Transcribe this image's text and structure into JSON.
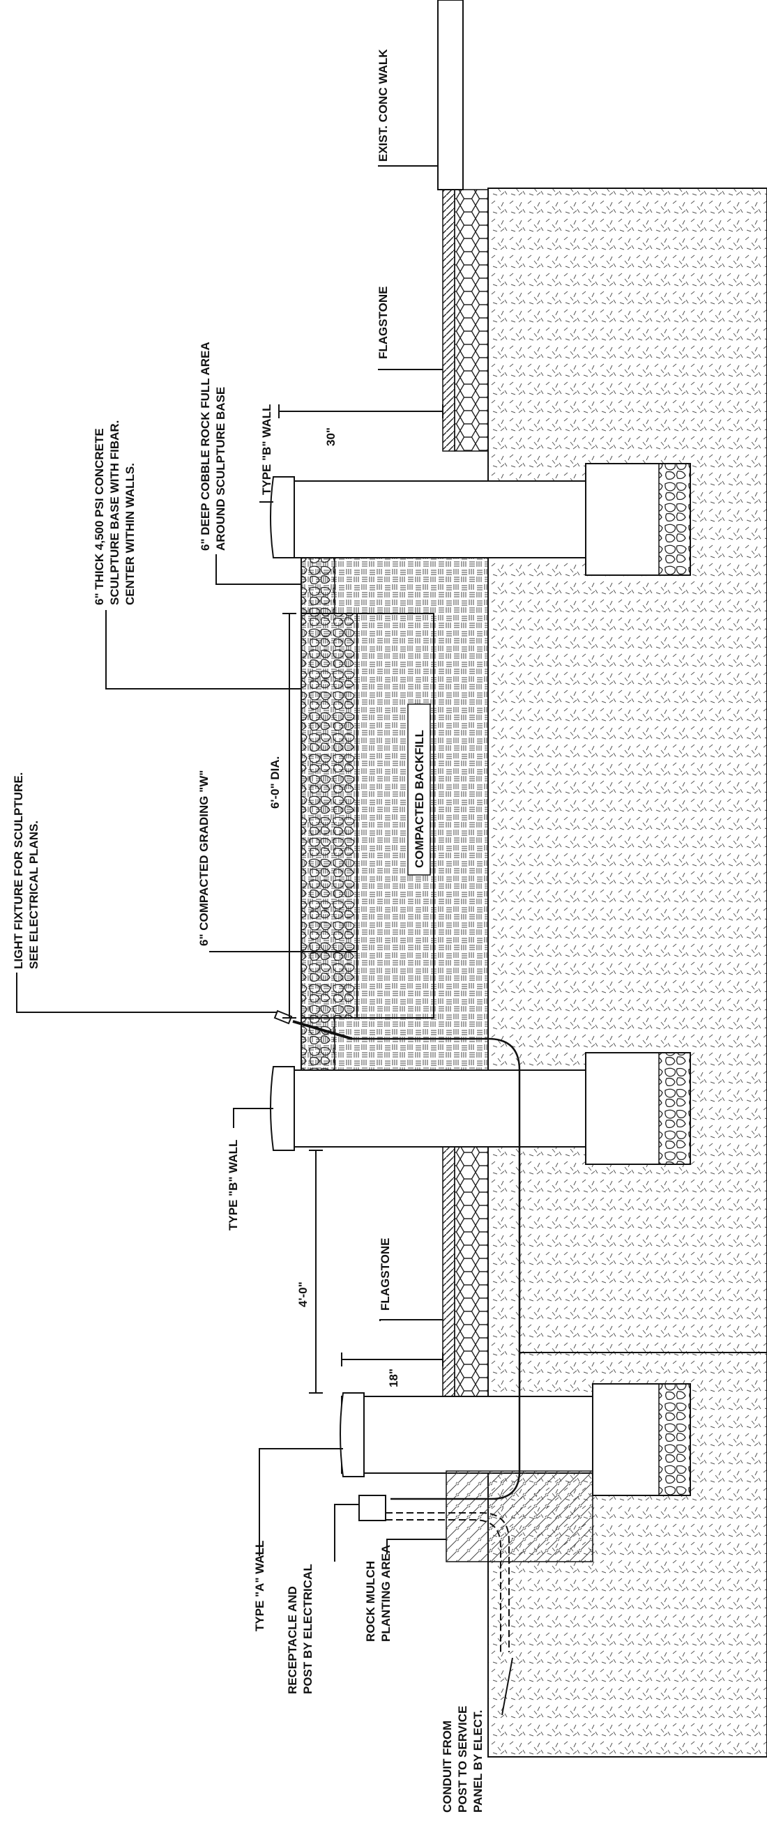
{
  "labels": {
    "exist_walk": "EXIST. CONC WALK",
    "flagstone_top": "FLAGSTONE",
    "flagstone_bottom": "FLAGSTONE",
    "type_b_wall_top": "TYPE \"B\" WALL",
    "type_b_wall_mid": "TYPE \"B\" WALL",
    "type_a_wall": "TYPE \"A\" WALL",
    "cobble_line1": "6\" DEEP COBBLE ROCK FULL AREA",
    "cobble_line2": "AROUND SCULPTURE BASE",
    "concrete_line1": "6\" THICK 4,500 PSI CONCRETE",
    "concrete_line2": "SCULPTURE BASE WITH FIBAR.",
    "concrete_line3": "CENTER WITHIN WALLS.",
    "light_line1": "LIGHT FIXTURE FOR SCULPTURE.",
    "light_line2": "SEE ELECTRICAL PLANS.",
    "grading": "6\" COMPACTED GRADING \"W\"",
    "compacted_backfill": "COMPACTED BACKFILL",
    "receptacle_line1": "RECEPTACLE AND",
    "receptacle_line2": "POST BY ELECTRICAL",
    "rock_mulch_line1": "ROCK MULCH",
    "rock_mulch_line2": "PLANTING AREA",
    "conduit_line1": "CONDUIT FROM",
    "conduit_line2": "POST TO SERVICE",
    "conduit_line3": "PANEL BY ELECT."
  },
  "dimensions": {
    "dim_30": "30\"",
    "dim_6ft_dia": "6'-0\" DIA.",
    "dim_4ft": "4'-0\"",
    "dim_18": "18\""
  }
}
